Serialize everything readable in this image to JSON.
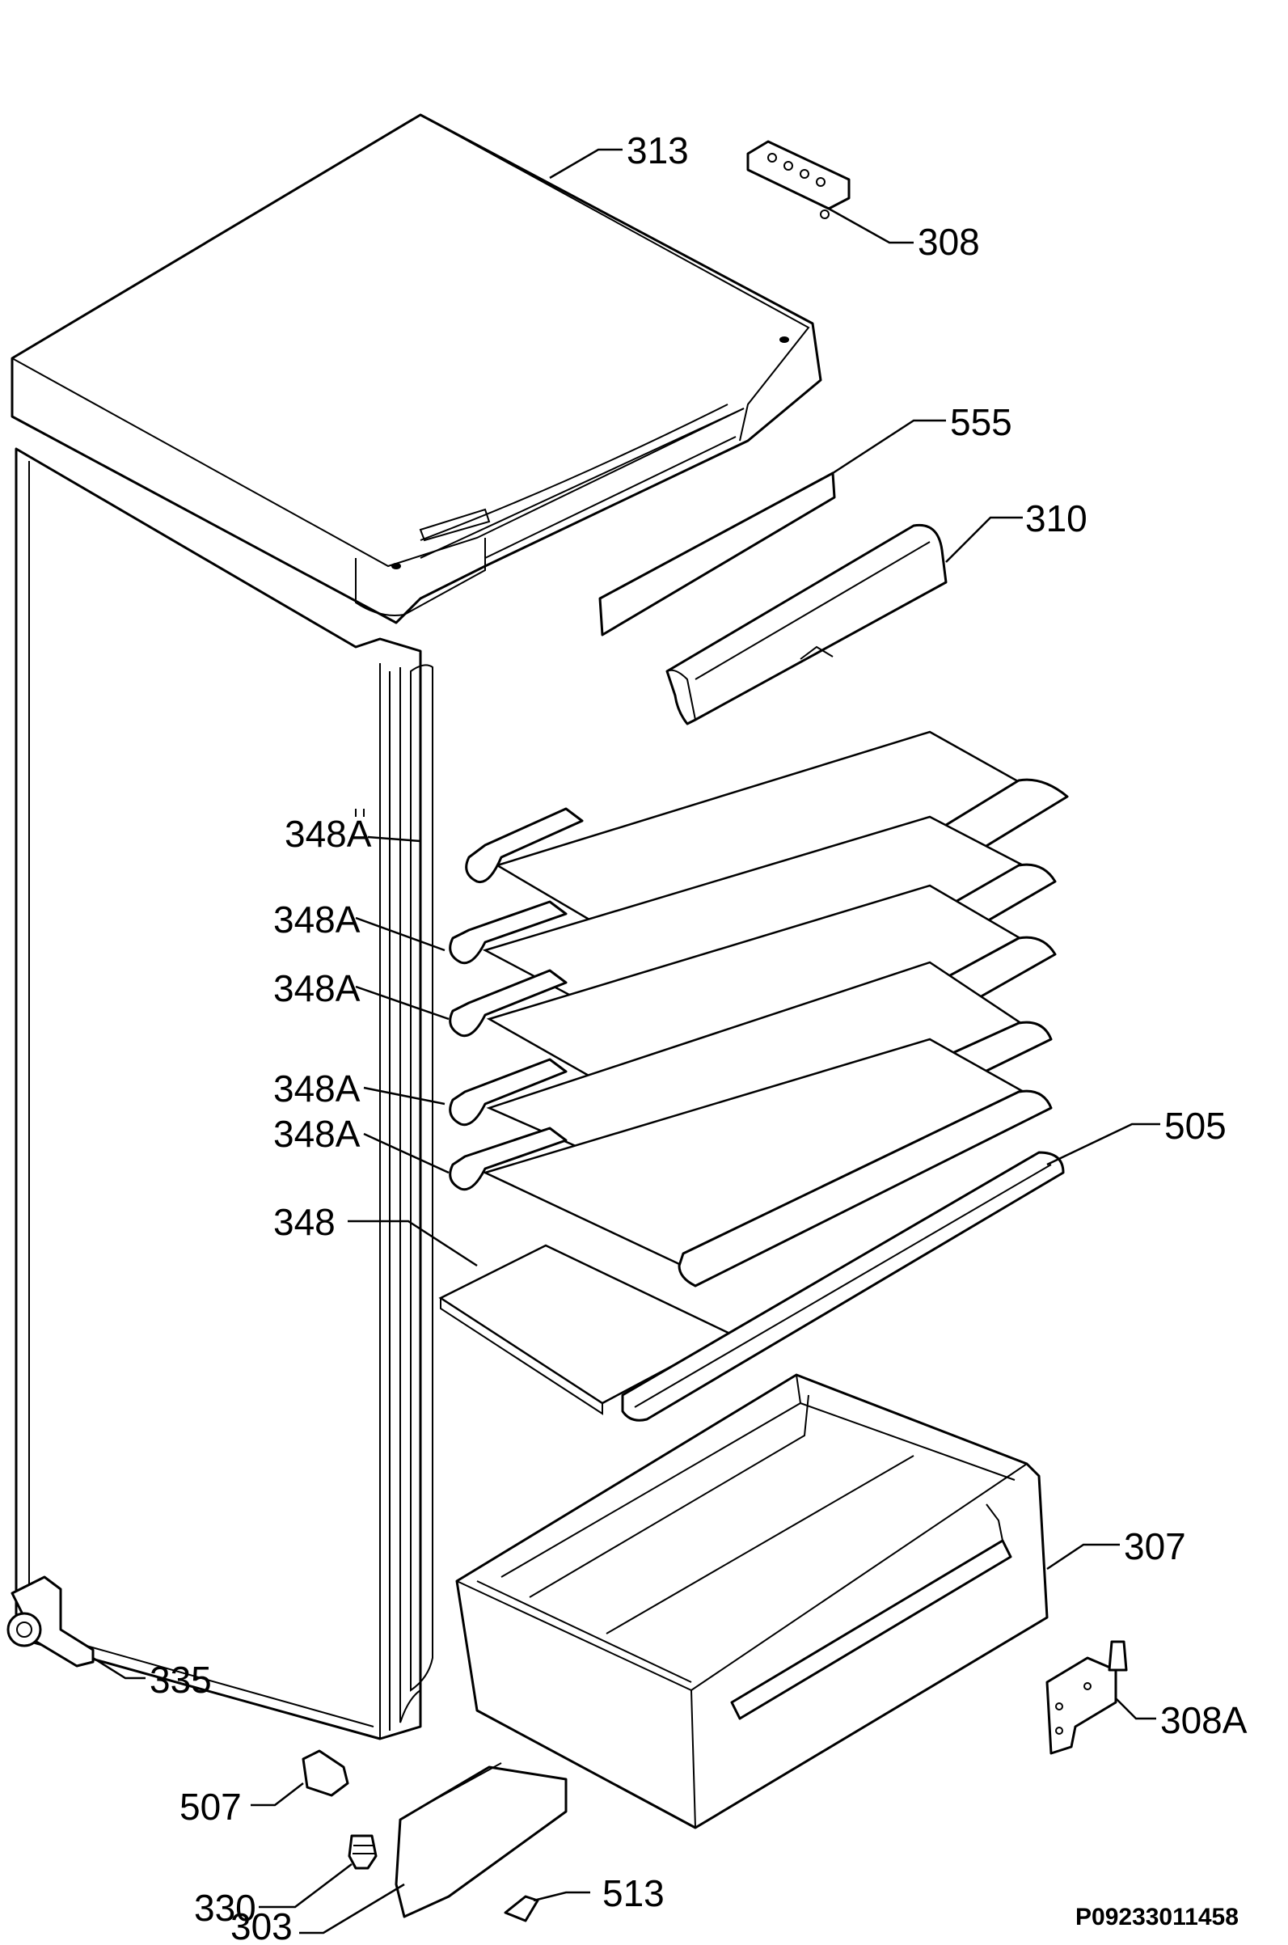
{
  "labels": {
    "313": "313",
    "308": "308",
    "555": "555",
    "310": "310",
    "348A_1": "348A",
    "348A_2": "348A",
    "348A_3": "348A",
    "348A_4": "348A",
    "348A_5": "348A",
    "348": "348",
    "505": "505",
    "307": "307",
    "335": "335",
    "308A": "308A",
    "507": "507",
    "330": "330",
    "513": "513",
    "303": "303"
  },
  "drawing_code": "P09233011458"
}
